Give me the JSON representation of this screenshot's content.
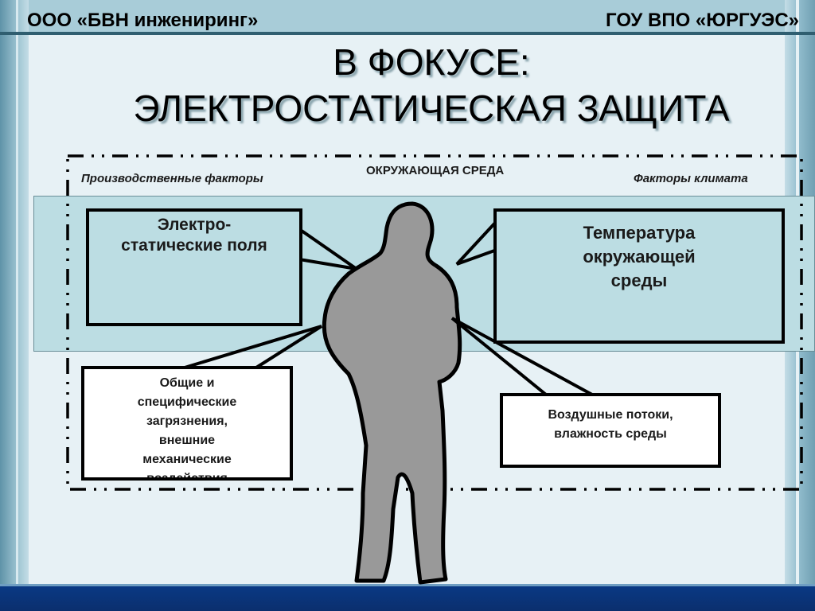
{
  "header": {
    "left_org": "ООО «БВН инжениринг»",
    "right_org": "ГОУ ВПО «ЮРГУЭС»"
  },
  "title": {
    "line1": "В ФОКУСЕ:",
    "line2": "ЭЛЕКТРОСТАТИЧЕСКАЯ ЗАЩИТА"
  },
  "diagram": {
    "label_production": "Производственные факторы",
    "label_environment": "ОКРУЖАЮЩАЯ СРЕДА",
    "label_climate": "Факторы климата",
    "box_electrostatic": [
      "Электро-",
      "статические поля"
    ],
    "box_temperature": [
      "Температура",
      "окружающей",
      "среды"
    ],
    "box_pollution": [
      "Общие и",
      "специфические",
      "загрязнения,",
      "внешние",
      "механические",
      "воздействия"
    ],
    "box_air": [
      "Воздушные потоки,",
      "влажность среды"
    ]
  },
  "colors": {
    "panel": "#e7f1f5",
    "band": "#bcdde3",
    "figure": "#999999",
    "bottom_bar": "#0b2f6e"
  }
}
